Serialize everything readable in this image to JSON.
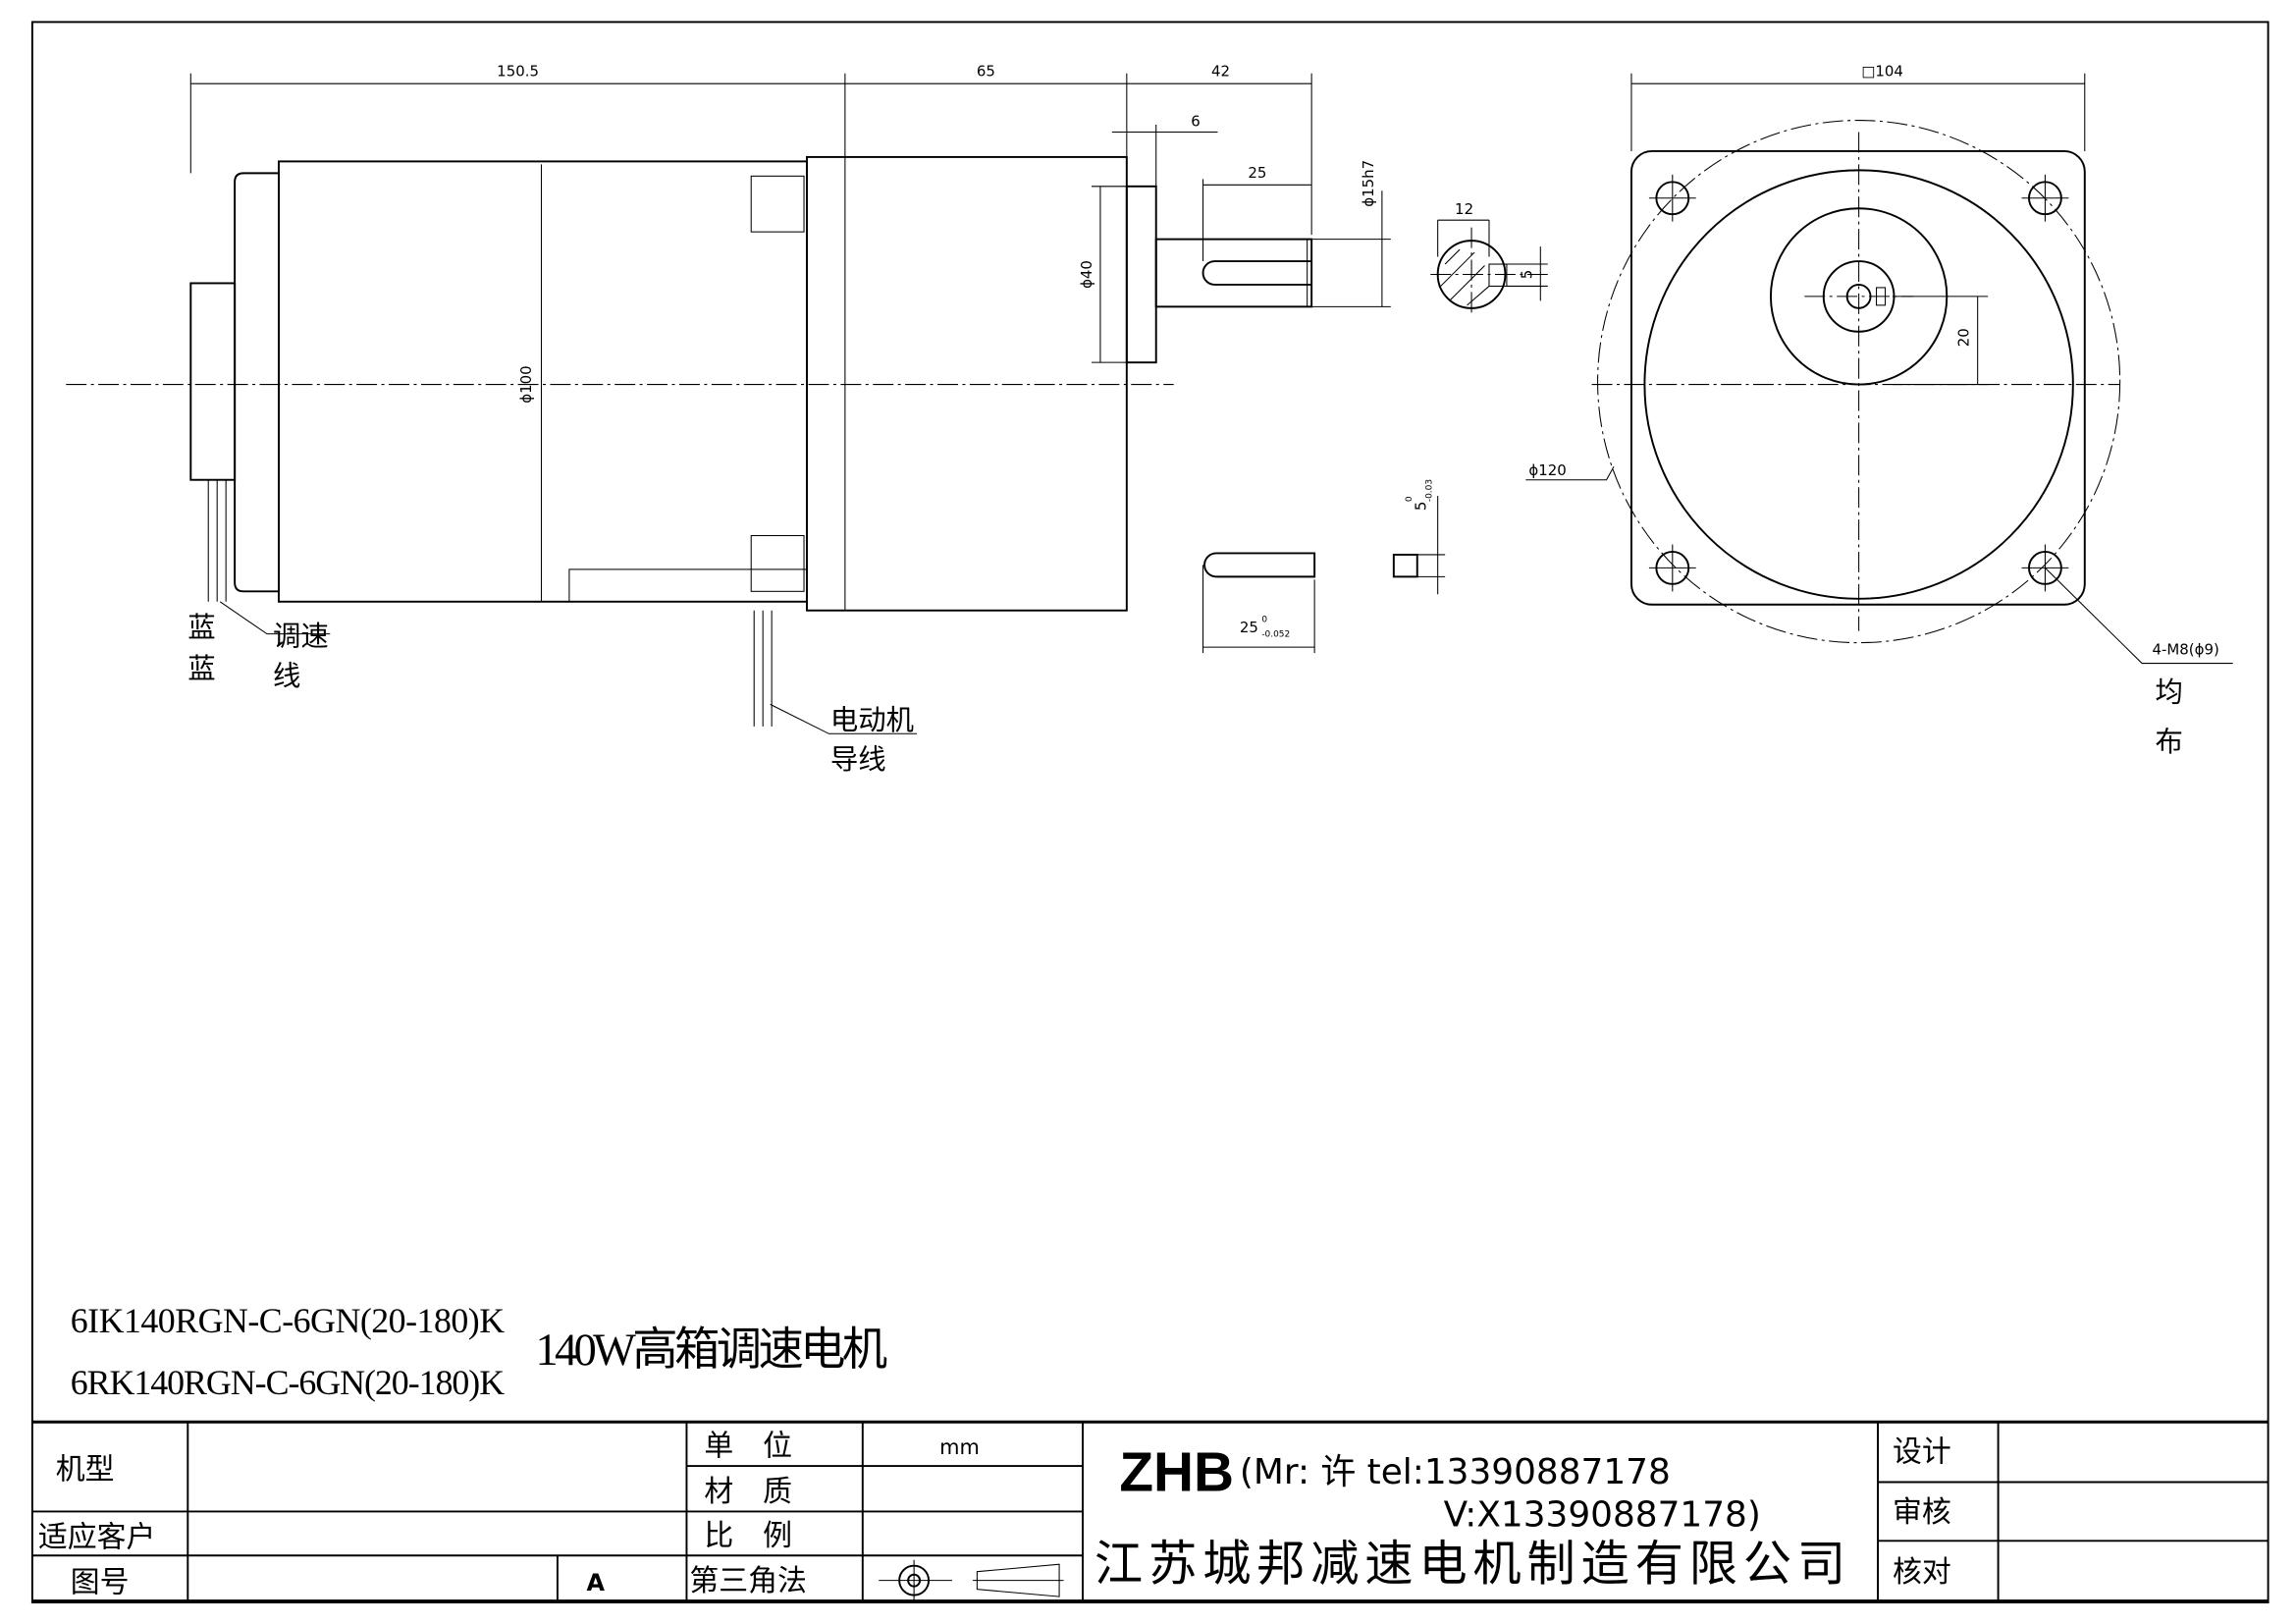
{
  "dimensions": {
    "motor_length": "150.5",
    "gearbox_length": "65",
    "shaft_length": "42",
    "shoulder": "6",
    "key_length": "25",
    "shaft_dia": "ϕ15h7",
    "flange_dia": "ϕ40",
    "motor_dia": "ϕ100",
    "key_width_section": "12",
    "key_depth_section": "5",
    "key_part_length": "25",
    "key_part_length_tol_upper": "0",
    "key_part_length_tol_lower": "-0.052",
    "key_part_width": "5",
    "key_part_width_tol_upper": "0",
    "key_part_width_tol_lower": "-0.03",
    "square": "□104",
    "shaft_offset": "20",
    "bolt_circle": "ϕ120",
    "mounting_holes": "4-M8(ϕ9)"
  },
  "labels": {
    "blue1": "蓝",
    "blue2": "蓝",
    "speed_wire_1": "调速",
    "speed_wire_2": "线",
    "motor_wire_1": "电动机",
    "motor_wire_2": "导线",
    "even_1": "均",
    "even_2": "布"
  },
  "models": [
    "6IK140RGN-C-6GN(20-180)K",
    "6RK140RGN-C-6GN(20-180)K"
  ],
  "product_title": "140W高箱调速电机",
  "title_block": {
    "model_label": "机型",
    "customer_label": "适应客户",
    "drawing_no_label": "图号",
    "revision": "A",
    "unit_label": "单　位",
    "unit_value": "mm",
    "material_label": "材　质",
    "scale_label": "比　例",
    "projection_label": "第三角法",
    "brand": "ZHB",
    "contact_line1": "(Mr: 许 tel:13390887178",
    "contact_line2": "V:X13390887178)",
    "company": "江苏城邦减速电机制造有限公司",
    "design_label": "设计",
    "review_label": "审核",
    "check_label": "核对"
  }
}
